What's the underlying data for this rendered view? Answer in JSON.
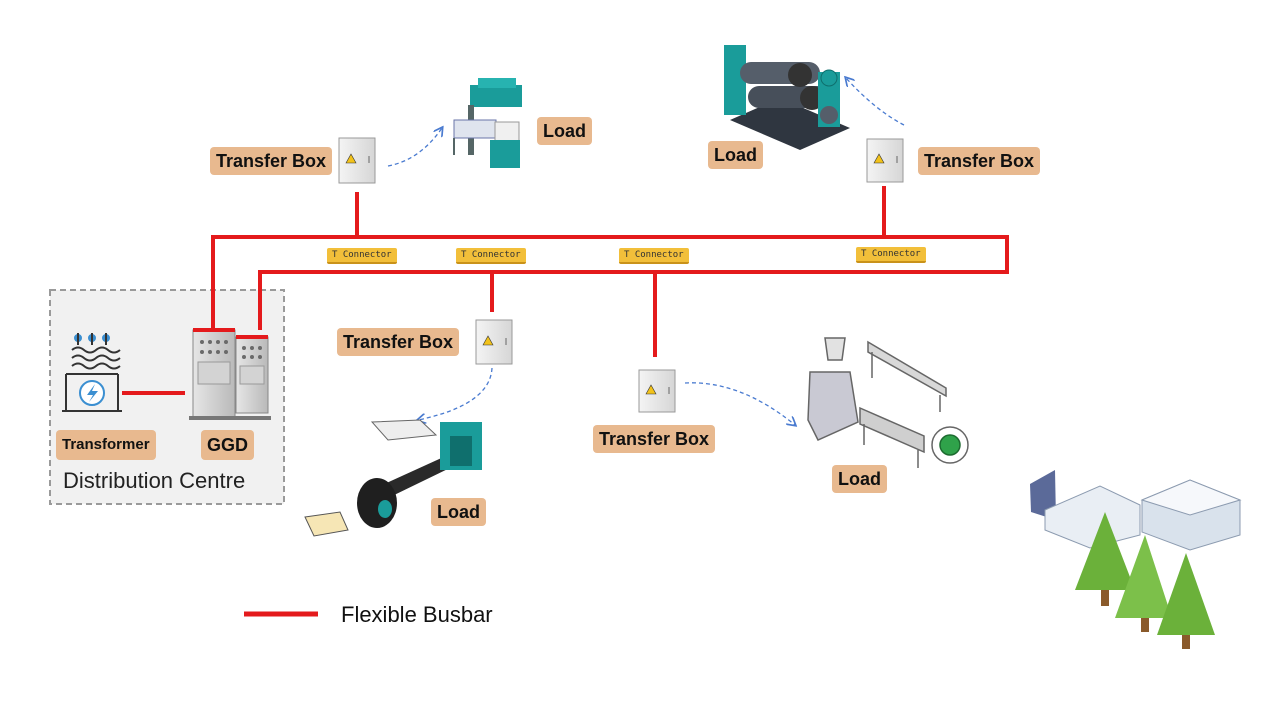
{
  "colors": {
    "busbar": "#e41a1c",
    "label_bg": "#e8b98f",
    "connector": "#f2bf3a",
    "arrow": "#4a7bd0"
  },
  "distribution_centre": {
    "caption": "Distribution Centre",
    "transformer_label": "Transformer",
    "ggd_label": "GGD"
  },
  "connectors": [
    "T Connector",
    "T Connector",
    "T Connector",
    "T Connector"
  ],
  "transfer_boxes": [
    "Transfer Box",
    "Transfer Box",
    "Transfer Box",
    "Transfer Box"
  ],
  "loads": [
    "Load",
    "Load",
    "Load",
    "Load"
  ],
  "legend": {
    "label": "Flexible Busbar"
  },
  "icons": [
    "transformer-icon",
    "ggd-cabinet-icon",
    "transfer-box-icon",
    "press-machine-icon",
    "roller-machine-icon",
    "conveyor-machine-icon",
    "extruder-line-icon",
    "factory-icon",
    "tree-icon"
  ]
}
